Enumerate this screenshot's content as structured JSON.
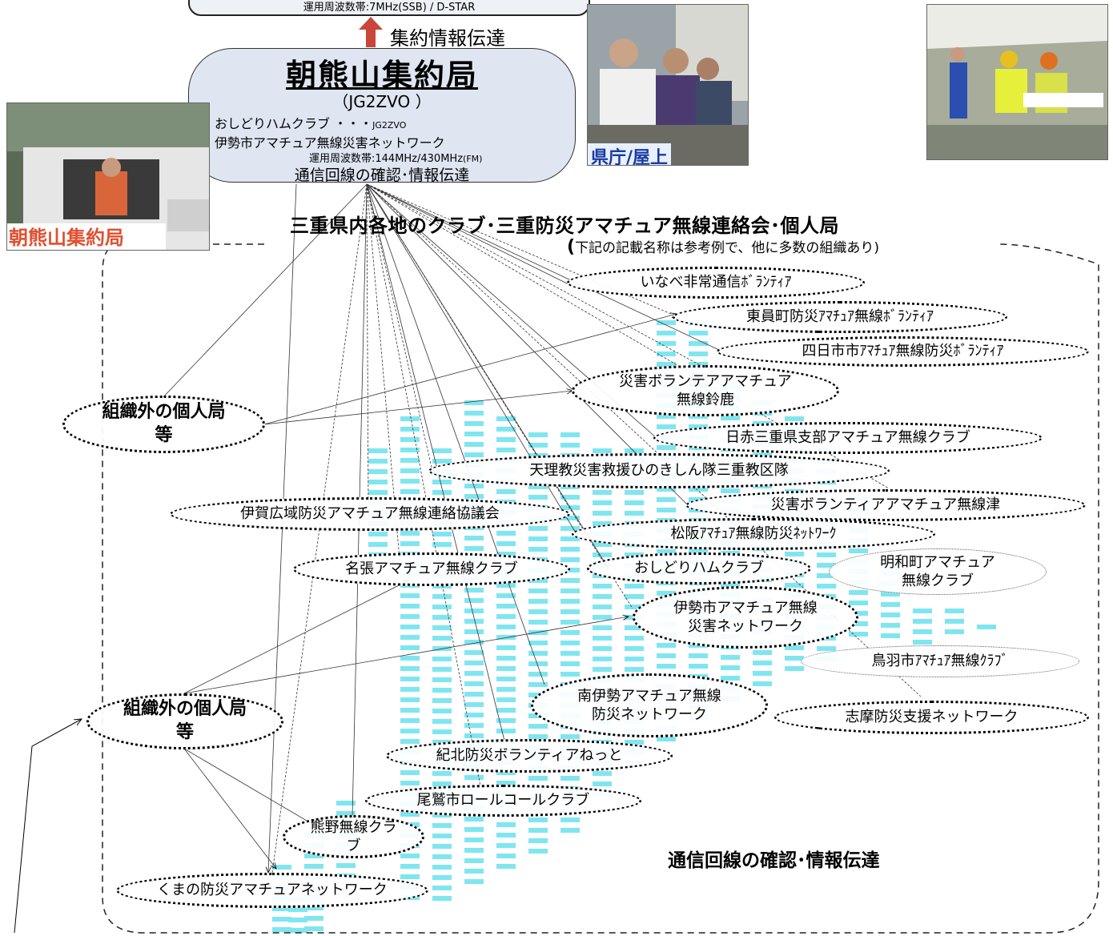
{
  "header": {
    "top_box_text": "運用周波数帯:7MHz(SSB) / D-STAR",
    "relay_label": "集約情報伝達"
  },
  "hub": {
    "title": "朝熊山集約局",
    "callsign": "（JG2ZVO ）",
    "line1_main": "・おしどりハムクラブ ・・・",
    "line1_small": "JG2ZVO",
    "line2": "・伊勢市アマチュア無線災害ネットワーク",
    "line3_main": "運用周波数帯:144MHz/430MHz",
    "line3_small": "(FM)",
    "line4": "通信回線の確認･情報伝達"
  },
  "photos": {
    "truck_caption": "朝熊山集約局",
    "office_caption": "県庁/屋上"
  },
  "heading": "三重県内各地のクラブ･三重防災アマチュア無線連絡会･個人局",
  "note_paren": "(",
  "note": "下記の記載名称は参考例で、他に多数の組織あり)",
  "organizations": [
    {
      "label": "いなべ非常通信ﾎﾞﾗﾝﾃｨｱ"
    },
    {
      "label": "東員町防災ｱﾏﾁｭｱ無線ﾎﾞﾗﾝﾃｨｱ"
    },
    {
      "label": "四日市市ｱﾏﾁｭｱ無線防災ﾎﾞﾗﾝﾃｨｱ"
    },
    {
      "label": "災害ボランテアアマチュア\n無線鈴鹿"
    },
    {
      "label": "日赤三重県支部アマチュア無線クラブ"
    },
    {
      "label": "天理教災害救援ひのきしん隊三重教区隊"
    },
    {
      "label": "災害ボランティアアマチュア無線津"
    },
    {
      "label": "伊賀広域防災アマチュア無線連絡協議会"
    },
    {
      "label": "松阪ｱﾏﾁｭｱ無線防災ﾈｯﾄﾜｰｸ"
    },
    {
      "label": "名張アマチュア無線クラブ"
    },
    {
      "label": "おしどりハムクラブ"
    },
    {
      "label": "明和町アマチュア\n無線クラブ"
    },
    {
      "label": "伊勢市アマチュア無線\n災害ネットワーク"
    },
    {
      "label": "鳥羽市ｱﾏﾁｭｱ無線ｸﾗﾌﾞ"
    },
    {
      "label": "南伊勢アマチュア無線\n防災ネットワーク"
    },
    {
      "label": "志摩防災支援ネットワーク"
    },
    {
      "label": "紀北防災ボランティアねっと"
    },
    {
      "label": "尾鷲市ロールコールクラブ"
    },
    {
      "label": "熊野無線クラ\nブ"
    },
    {
      "label": "くまの防災アマチュアネットワーク"
    },
    {
      "label": "組織外の個人局\n等"
    },
    {
      "label": "組織外の個人局\n等"
    }
  ],
  "footer_label": "通信回線の確認･情報伝達",
  "colors": {
    "hub_fill": "#dfe6f2",
    "map_cyan": "#7fe6f0",
    "arrow_red": "#c8473a"
  }
}
